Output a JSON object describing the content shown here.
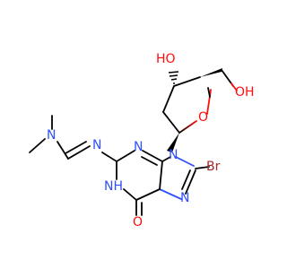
{
  "molecule": {
    "colors": {
      "oxygen": "#ff0d0d",
      "nitrogen": "#3050f8",
      "bromine": "#a62929",
      "carbon": "#000000"
    },
    "atom_labels": {
      "ho_ring": "HO",
      "oh_chain": "OH",
      "o_ring": "O",
      "n_dimethyl": "N",
      "n_imine": "N",
      "n_pyrimidine_top": "N",
      "n9": "N",
      "nh": "NH",
      "n_imidazole": "N",
      "br": "Br",
      "o_carbonyl": "O"
    }
  }
}
